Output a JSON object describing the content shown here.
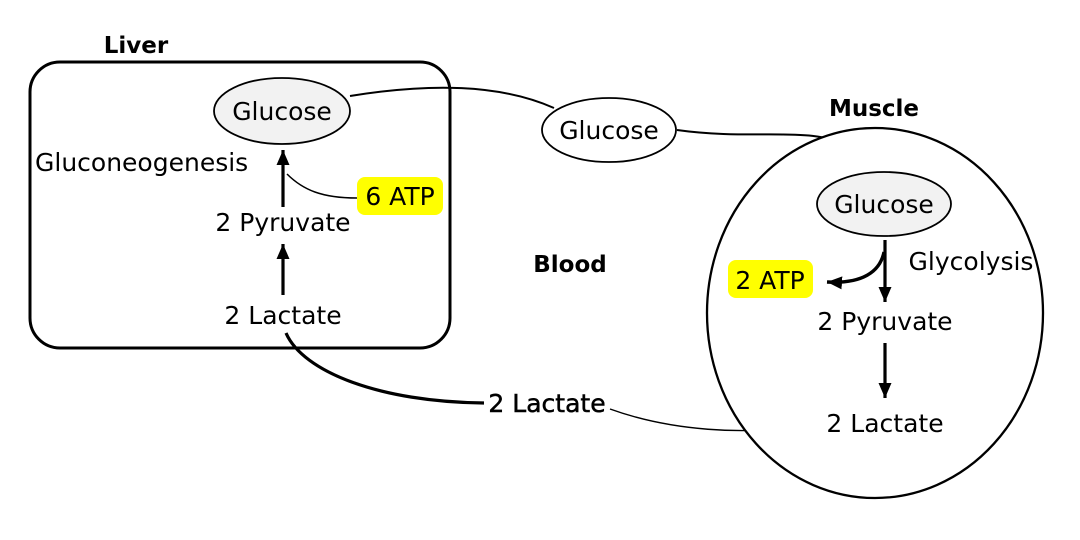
{
  "liver": {
    "label": "Liver",
    "pathway": "Gluconeogenesis",
    "glucose": "Glucose",
    "pyruvate": "2 Pyruvate",
    "lactate": "2 Lactate",
    "atp": "6 ATP"
  },
  "blood": {
    "label": "Blood",
    "glucose": "Glucose",
    "lactate": "2 Lactate"
  },
  "muscle": {
    "label": "Muscle",
    "pathway": "Glycolysis",
    "glucose": "Glucose",
    "pyruvate": "2 Pyruvate",
    "lactate": "2 Lactate",
    "atp": "2 ATP"
  },
  "colors": {
    "atp_highlight": "#ffff00",
    "glucose_fill": "#f2f2f2",
    "line": "#000000"
  }
}
